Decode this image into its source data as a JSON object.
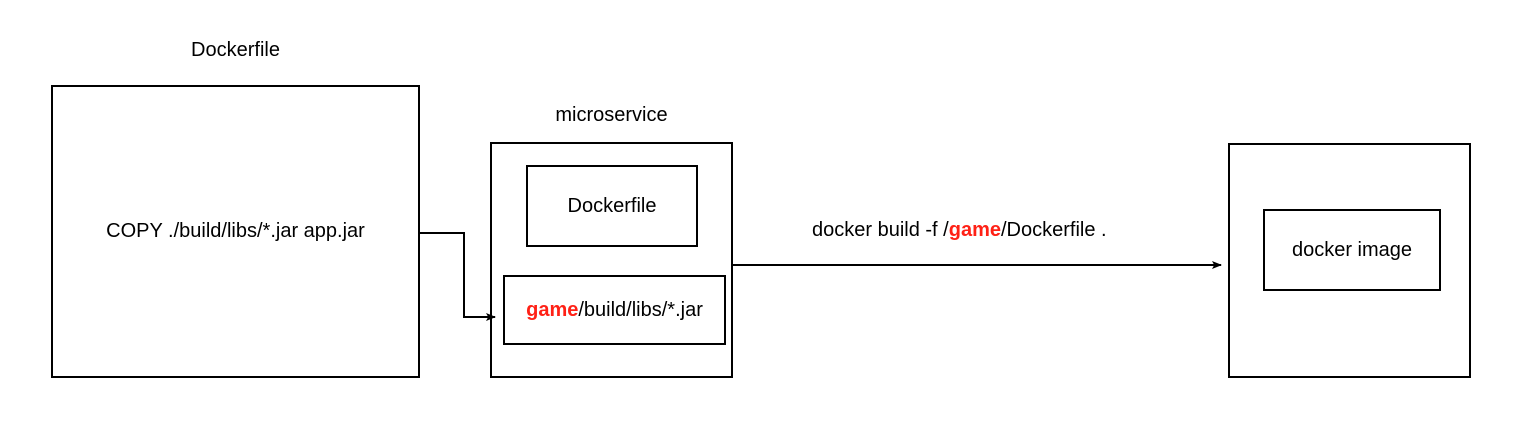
{
  "diagram": {
    "background_color": "#ffffff",
    "stroke_color": "#000000",
    "accent_color": "#ff2116",
    "nodes": {
      "dockerfile_group": {
        "label": "Dockerfile",
        "content": "COPY ./build/libs/*.jar app.jar"
      },
      "microservice_group": {
        "label": "microservice",
        "inner_dockerfile": "Dockerfile",
        "jar_path_prefix": "game",
        "jar_path_suffix": "/build/libs/*.jar"
      },
      "docker_image_group": {
        "inner_label": "docker image"
      }
    },
    "edges": {
      "build_command_prefix": "docker build -f /",
      "build_command_accent": "game",
      "build_command_suffix": "/Dockerfile ."
    }
  }
}
